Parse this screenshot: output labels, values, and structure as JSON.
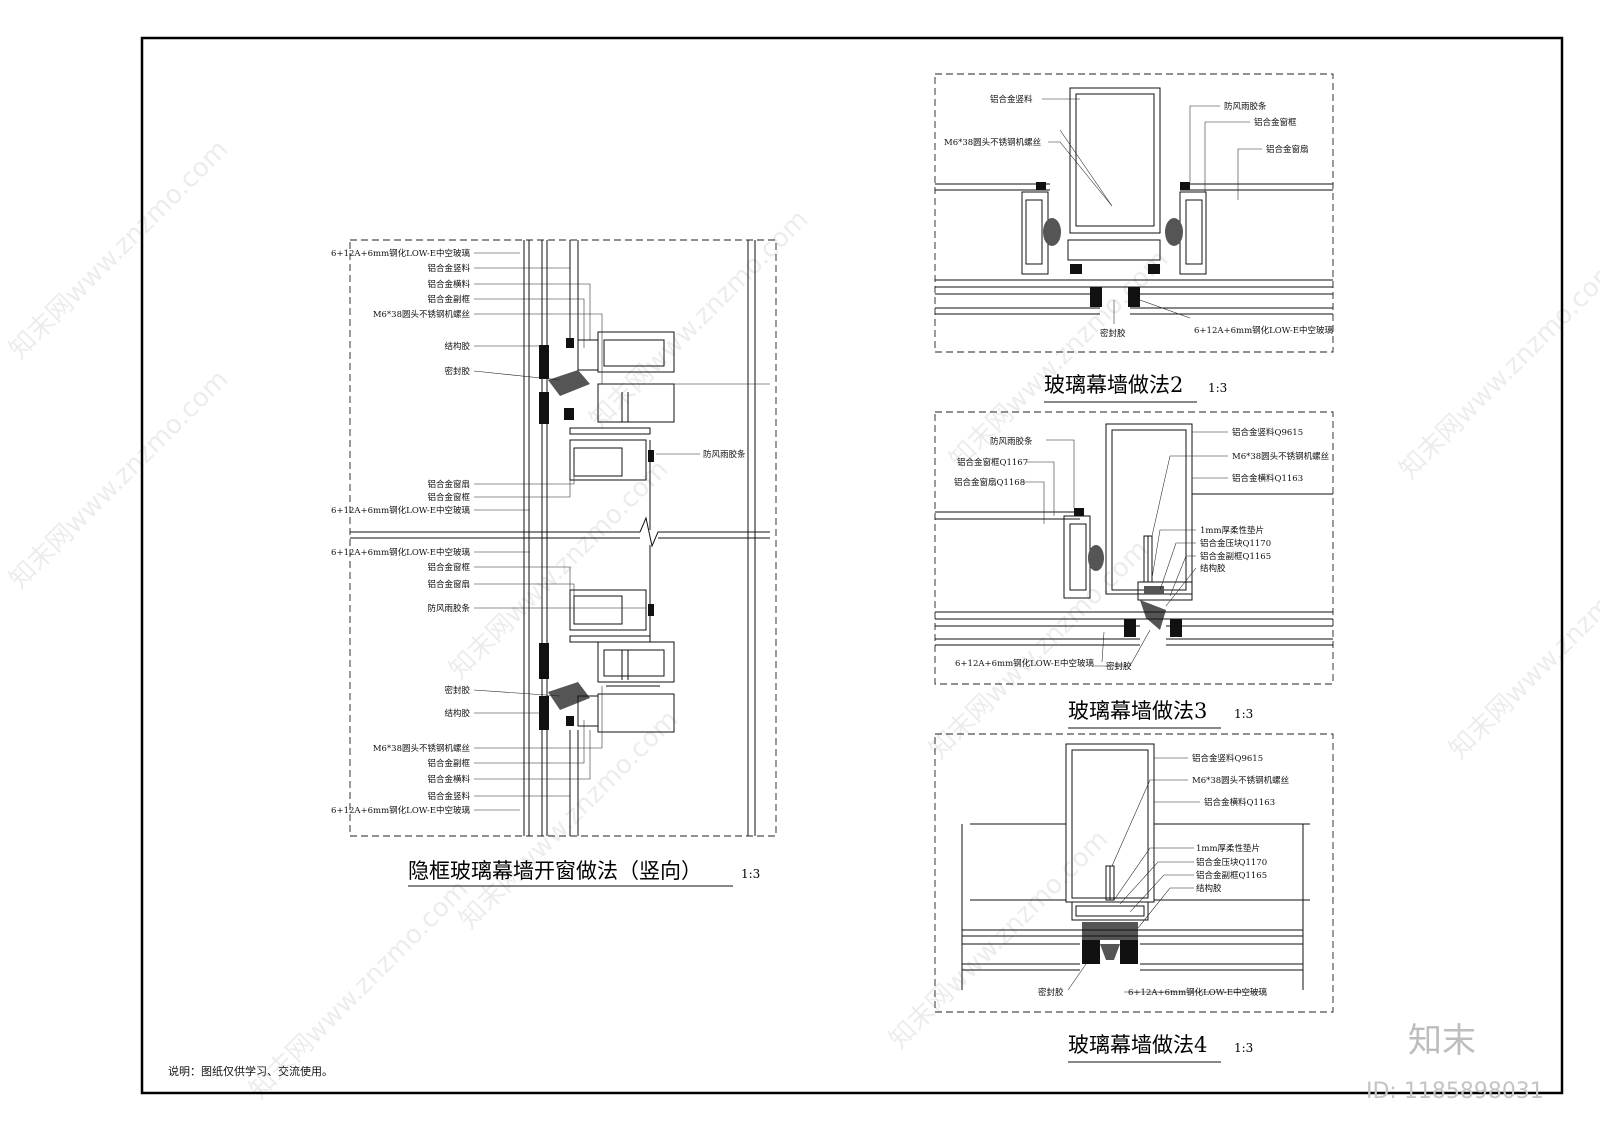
{
  "drawing_sheet": {
    "note": "说明：图纸仅供学习、交流使用。",
    "watermark_text": "知末网www.znzmo.com",
    "brand": "知末",
    "id_text": "ID: 1185898031"
  },
  "detail_vertical": {
    "title": "隐框玻璃幕墙开窗做法（竖向）",
    "scale": "1:3",
    "labels_left": [
      "6+12A+6mm钢化LOW-E中空玻璃",
      "铝合金竖料",
      "铝合金横料",
      "铝合金副框",
      "M6*38圆头不锈钢机螺丝",
      "结构胶",
      "密封胶",
      "铝合金窗扇",
      "铝合金窗框",
      "6+12A+6mm钢化LOW-E中空玻璃",
      "6+12A+6mm钢化LOW-E中空玻璃",
      "铝合金窗框",
      "铝合金窗扇",
      "防风雨胶条",
      "密封胶",
      "结构胶",
      "M6*38圆头不锈钢机螺丝",
      "铝合金副框",
      "铝合金横料",
      "铝合金竖料",
      "6+12A+6mm钢化LOW-E中空玻璃"
    ],
    "label_right": "防风雨胶条"
  },
  "detail_2": {
    "title": "玻璃幕墙做法2",
    "scale": "1:3",
    "labels": {
      "mullion": "铝合金竖料",
      "screw": "M6*38圆头不锈钢机螺丝",
      "weatherstrip": "防风雨胶条",
      "frame": "铝合金窗框",
      "sash": "铝合金窗扇",
      "sealant": "密封胶",
      "glass": "6+12A+6mm钢化LOW-E中空玻璃"
    }
  },
  "detail_3": {
    "title": "玻璃幕墙做法3",
    "scale": "1:3",
    "labels": {
      "weatherstrip": "防风雨胶条",
      "frame": "铝合金窗框Q1167",
      "sash": "铝合金窗扇Q1168",
      "mullion": "铝合金竖料Q9615",
      "screw": "M6*38圆头不锈钢机螺丝",
      "transom": "铝合金横料Q1163",
      "pad": "1mm厚柔性垫片",
      "pressure_block": "铝合金压块Q1170",
      "subframe": "铝合金副框Q1165",
      "structural": "结构胶",
      "glass": "6+12A+6mm钢化LOW-E中空玻璃",
      "sealant": "密封胶"
    }
  },
  "detail_4": {
    "title": "玻璃幕墙做法4",
    "scale": "1:3",
    "labels": {
      "mullion": "铝合金竖料Q9615",
      "screw": "M6*38圆头不锈钢机螺丝",
      "transom": "铝合金横料Q1163",
      "pad": "1mm厚柔性垫片",
      "pressure_block": "铝合金压块Q1170",
      "subframe": "铝合金副框Q1165",
      "structural": "结构胶",
      "sealant": "密封胶",
      "glass": "6+12A+6mm钢化LOW-E中空玻璃"
    }
  }
}
